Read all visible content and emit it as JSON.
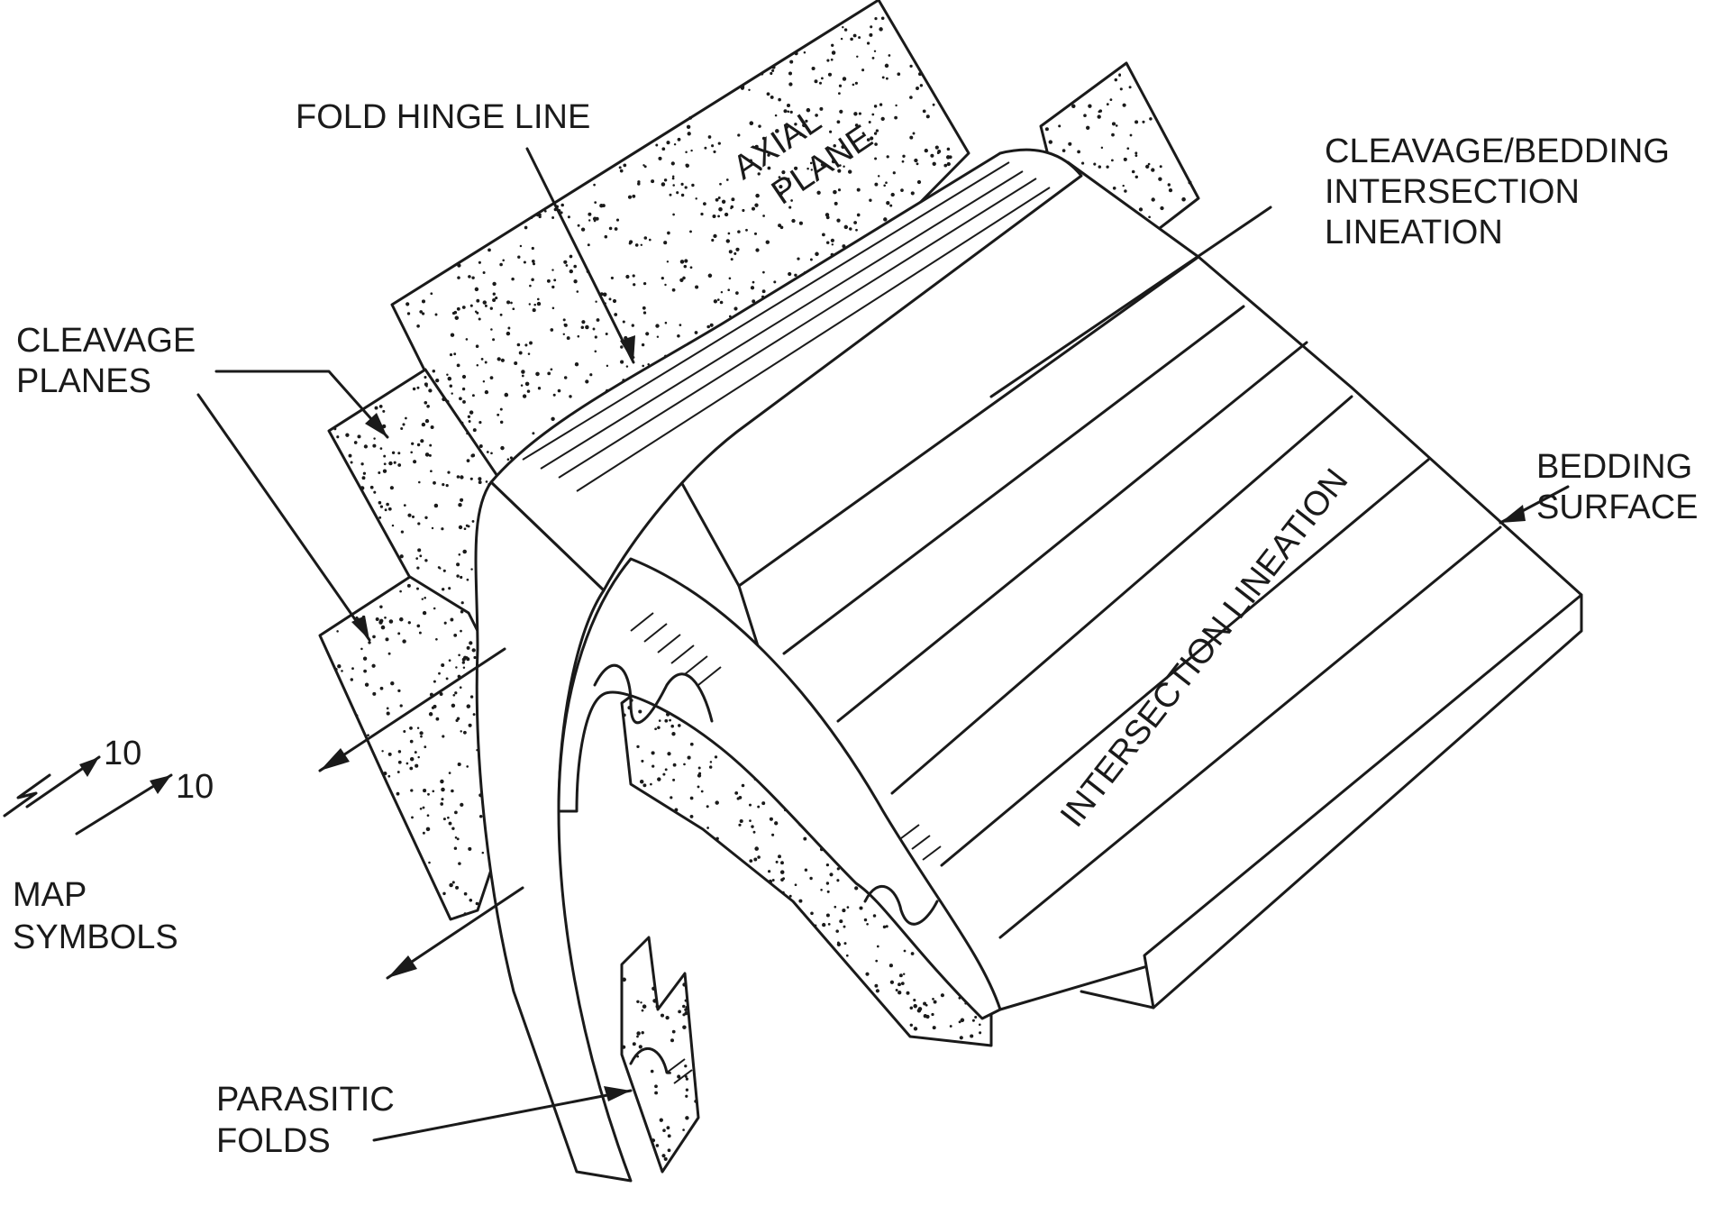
{
  "labels": {
    "fold_hinge_line": "FOLD HINGE LINE",
    "axial_plane": [
      "AXIAL",
      "PLANE"
    ],
    "cleavage_bedding_intersection_lineation": [
      "CLEAVAGE/BEDDING",
      "INTERSECTION",
      "LINEATION"
    ],
    "cleavage_planes": [
      "CLEAVAGE",
      "PLANES"
    ],
    "bedding_surface": [
      "BEDDING",
      "SURFACE"
    ],
    "intersection_lineation": "INTERSECTION LINEATION",
    "map_symbols": [
      "MAP",
      "SYMBOLS"
    ],
    "parasitic_folds": [
      "PARASITIC",
      "FOLDS"
    ],
    "map_symbol_values": [
      "10",
      "10"
    ]
  },
  "colors": {
    "ink": "#1a1a1a",
    "paper": "#ffffff"
  }
}
